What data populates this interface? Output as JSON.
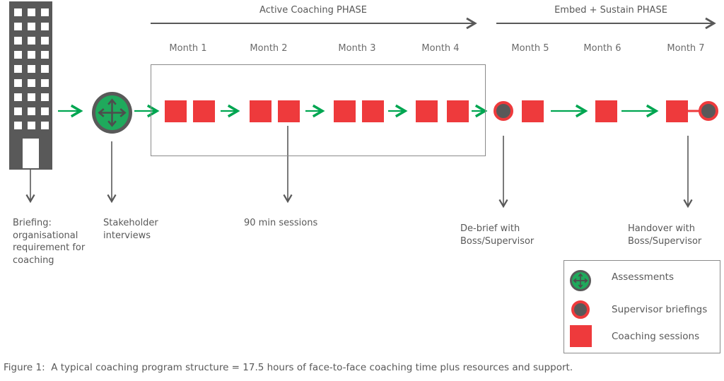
{
  "phases": [
    {
      "label": "Active Coaching PHASE",
      "months": "Month 1 - Month 4"
    },
    {
      "label": "Embed + Sustain PHASE",
      "months": "Month 5 - Month 7"
    }
  ],
  "months": [
    {
      "label": "Month 1",
      "coaching_sessions": 2
    },
    {
      "label": "Month 2",
      "coaching_sessions": 2
    },
    {
      "label": "Month 3",
      "coaching_sessions": 2
    },
    {
      "label": "Month 4",
      "coaching_sessions": 2
    },
    {
      "label": "Month 5",
      "coaching_sessions": 1,
      "supervisor_briefing": true
    },
    {
      "label": "Month 6",
      "coaching_sessions": 1
    },
    {
      "label": "Month 7",
      "coaching_sessions": 1,
      "supervisor_briefing": true
    }
  ],
  "annotations": {
    "briefing": "Briefing:\norganisational\nrequirement for\ncoaching",
    "stakeholder": "Stakeholder\ninterviews",
    "sessions90": "90 min sessions",
    "debrief": "De-brief with\nBoss/Supervisor",
    "handover": "Handover with\nBoss/Supervisor"
  },
  "legend": {
    "items": [
      {
        "icon": "assessments-icon",
        "label": "Assessments"
      },
      {
        "icon": "supervisor-briefing-icon",
        "label": "Supervisor briefings"
      },
      {
        "icon": "coaching-session-icon",
        "label": "Coaching sessions"
      }
    ]
  },
  "caption": "Figure 1:  A typical coaching program structure = 17.5 hours of face-to-face coaching time plus resources and support.",
  "colors": {
    "green": "#00a651",
    "green_fill": "#1fa95c",
    "red": "#ee3a3c",
    "gray": "#595959"
  }
}
